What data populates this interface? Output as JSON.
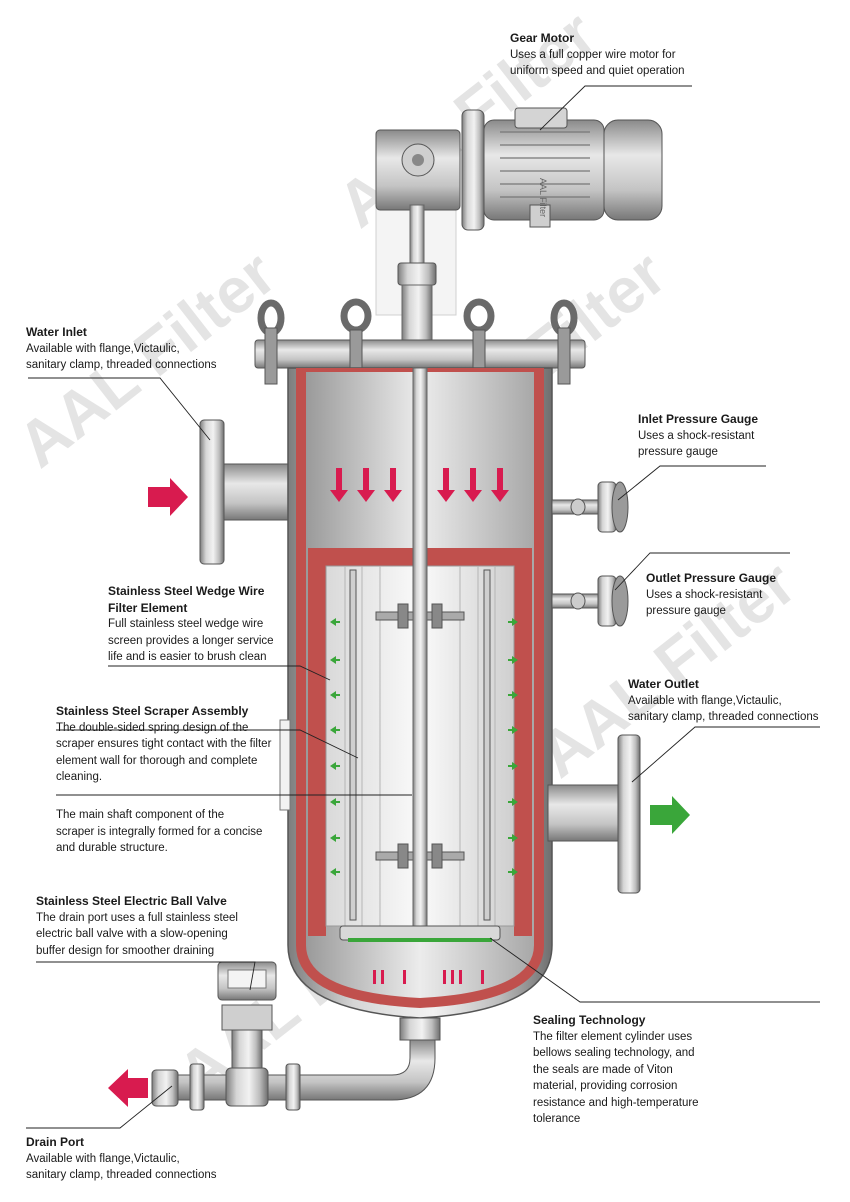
{
  "watermark": "AAL Filter",
  "motor_label": "AAL Filter",
  "colors": {
    "flow_inlet": "#d81b4f",
    "flow_outlet": "#3aa63a",
    "shell_lining": "#c0504d",
    "steel": "#b5b5b5"
  },
  "callouts": {
    "gear_motor": {
      "title": "Gear Motor",
      "desc": "Uses a full copper wire motor for\nuniform speed and quiet operation"
    },
    "water_inlet": {
      "title": "Water Inlet",
      "desc": "Available with flange,Victaulic,\nsanitary clamp, threaded connections"
    },
    "inlet_gauge": {
      "title": "Inlet Pressure Gauge",
      "desc": "Uses a shock-resistant\npressure gauge"
    },
    "outlet_gauge": {
      "title": "Outlet Pressure Gauge",
      "desc": "Uses a shock-resistant\npressure gauge"
    },
    "filter_element": {
      "title": "Stainless Steel Wedge Wire\nFilter Element",
      "desc": "Full stainless steel wedge wire\nscreen provides a longer service\nlife and is easier to brush clean"
    },
    "water_outlet": {
      "title": "Water Outlet",
      "desc": "Available with flange,Victaulic,\nsanitary clamp, threaded connections"
    },
    "scraper": {
      "title": "Stainless Steel Scraper Assembly",
      "desc": "The double-sided spring design of the\nscraper ensures tight contact with the filter\nelement wall for thorough and complete\ncleaning."
    },
    "main_shaft": {
      "desc": "The main shaft component of the\nscraper is integrally formed for a concise\nand durable structure."
    },
    "ball_valve": {
      "title": "Stainless Steel Electric Ball Valve",
      "desc": "The drain port uses a full stainless steel\nelectric ball valve with a slow-opening\nbuffer design for smoother draining"
    },
    "sealing": {
      "title": "Sealing Technology",
      "desc": "The filter element cylinder uses\nbellows sealing technology, and\nthe seals are made of Viton\nmaterial, providing corrosion\nresistance and high-temperature\ntolerance"
    },
    "drain_port": {
      "title": "Drain Port",
      "desc": "Available with flange,Victaulic,\nsanitary clamp, threaded connections"
    }
  }
}
